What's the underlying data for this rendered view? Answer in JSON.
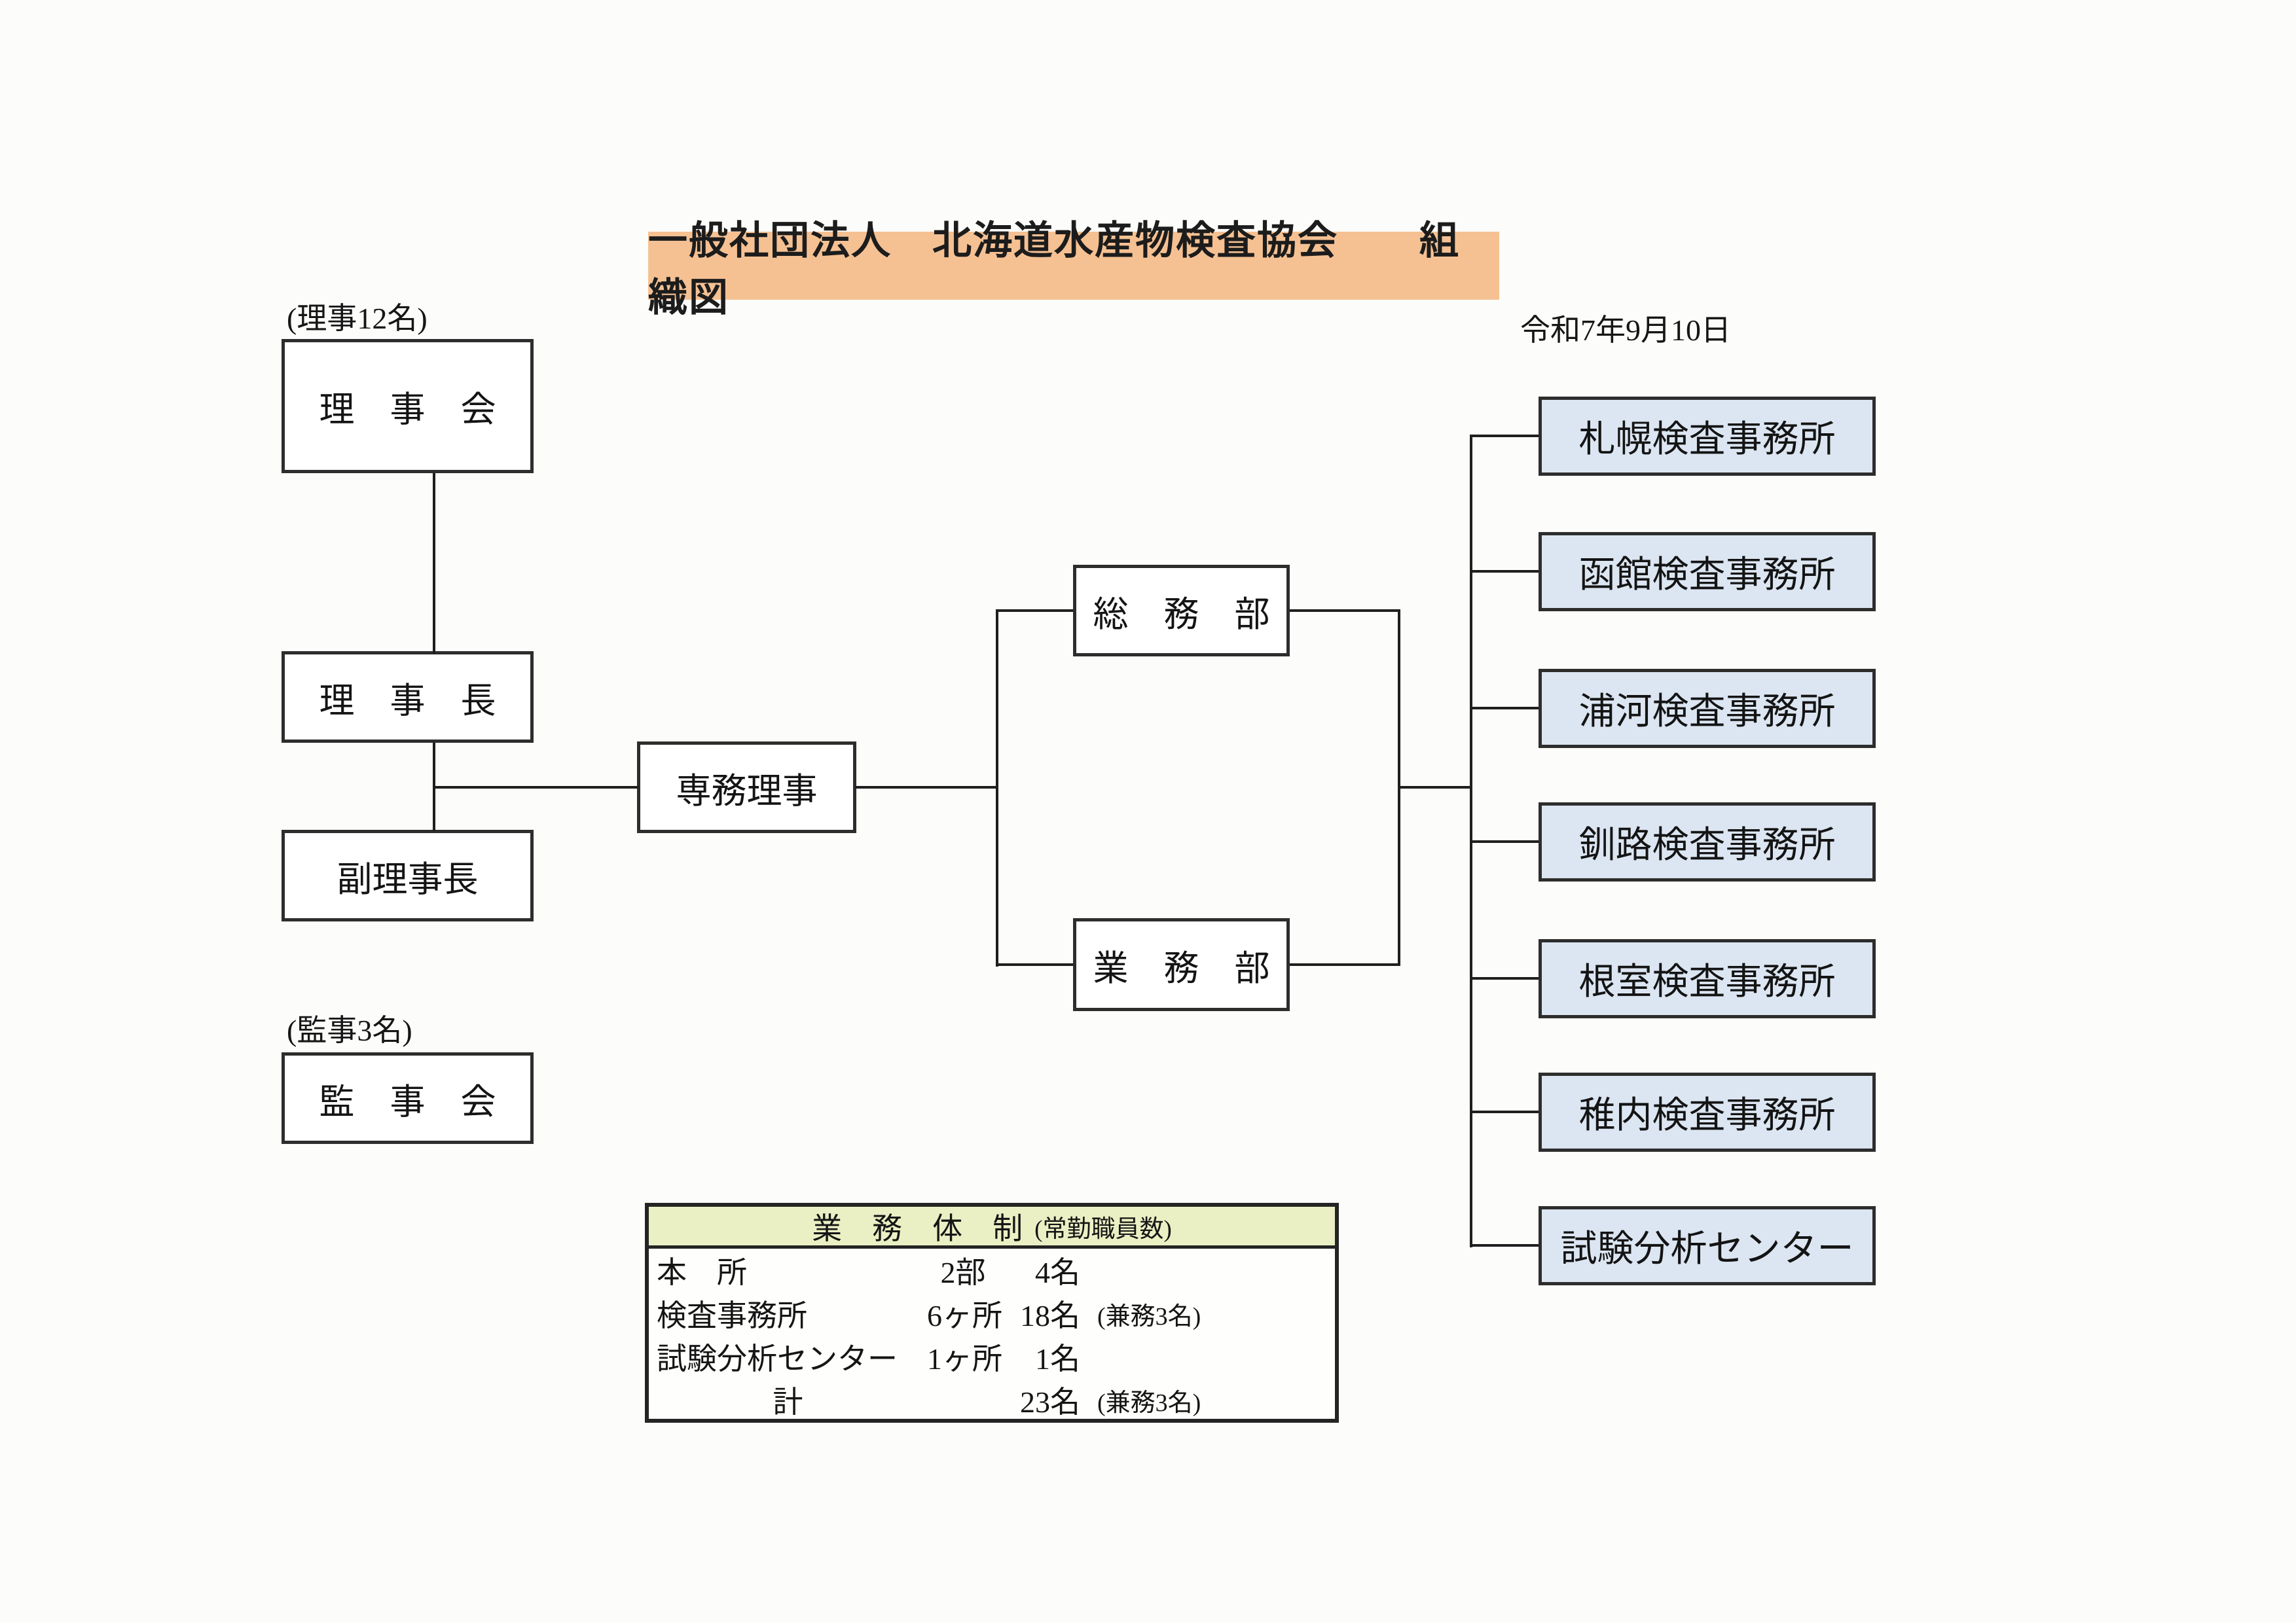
{
  "header": {
    "title": "一般社団法人　北海道水産物検査協会　　組織図",
    "date": "令和7年9月10日"
  },
  "org": {
    "board_label": "(理事12名)",
    "board": "理　事　会",
    "president": "理　事　長",
    "vice_president": "副理事長",
    "audit_label": "(監事3名)",
    "audit_board": "監　事　会",
    "managing_director": "専務理事",
    "dept_general_affairs": "総　務　部",
    "dept_operations": "業　務　部",
    "offices": [
      "札幌検査事務所",
      "函館検査事務所",
      "浦河検査事務所",
      "釧路検査事務所",
      "根室検査事務所",
      "稚内検査事務所",
      "試験分析センター"
    ]
  },
  "staffing_table": {
    "title": "業　務　体　制",
    "subtitle": "(常勤職員数)",
    "rows": [
      {
        "name": "本　所",
        "count": "2部",
        "persons": "4名",
        "note": ""
      },
      {
        "name": "検査事務所",
        "count": "6ヶ所",
        "persons": "18名",
        "note": "(兼務3名)"
      },
      {
        "name": "試験分析センター",
        "count": "1ヶ所",
        "persons": "1名",
        "note": ""
      },
      {
        "name": "計",
        "count": "",
        "persons": "23名",
        "note": "(兼務3名)"
      }
    ]
  },
  "colors": {
    "title_bg": "#f5c193",
    "office_box_bg": "#dce6f2",
    "table_header_bg": "#eaf0c3",
    "line": "#1f1f1f"
  }
}
